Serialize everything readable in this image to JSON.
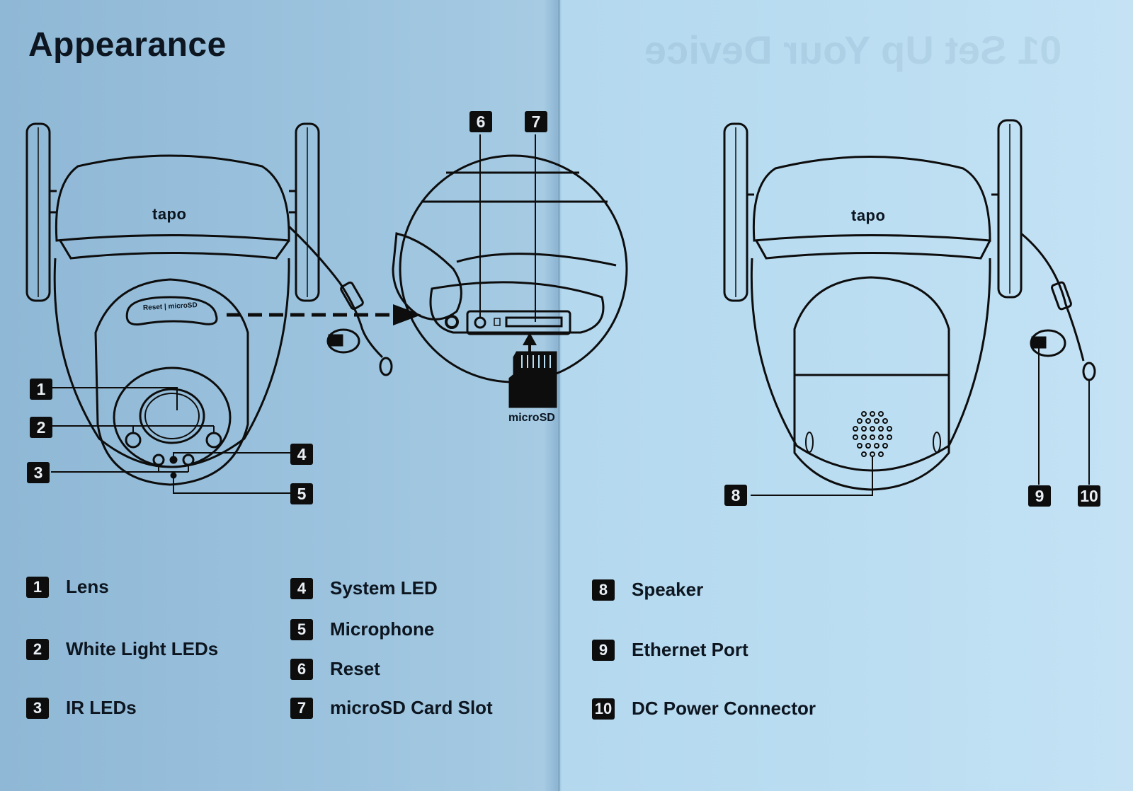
{
  "page": {
    "title": "Appearance",
    "ghost_text": "01 Set Up Your Device"
  },
  "diagram": {
    "brand_front": "tapo",
    "brand_back": "tapo",
    "reset_microsd_label": "Reset | microSD",
    "microsd_card_label": "microSD",
    "callouts": [
      "1",
      "2",
      "3",
      "4",
      "5",
      "6",
      "7",
      "8",
      "9",
      "10"
    ]
  },
  "legend": [
    {
      "num": "1",
      "label": "Lens"
    },
    {
      "num": "2",
      "label": "White Light LEDs"
    },
    {
      "num": "3",
      "label": "IR LEDs"
    },
    {
      "num": "4",
      "label": "System LED"
    },
    {
      "num": "5",
      "label": "Microphone"
    },
    {
      "num": "6",
      "label": "Reset"
    },
    {
      "num": "7",
      "label": "microSD Card Slot"
    },
    {
      "num": "8",
      "label": "Speaker"
    },
    {
      "num": "9",
      "label": "Ethernet Port"
    },
    {
      "num": "10",
      "label": "DC Power Connector"
    }
  ]
}
